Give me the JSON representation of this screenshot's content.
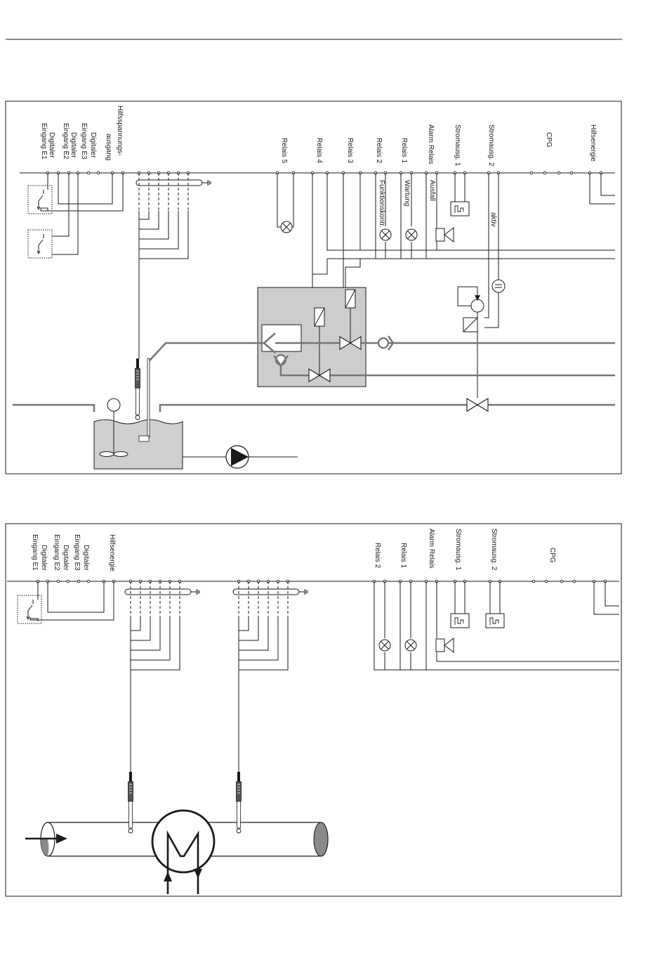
{
  "diagram_1": {
    "labels_left": [
      {
        "name": "eingang-e1",
        "text": "Eingang E1"
      },
      {
        "name": "digitaler-1",
        "text": "Digitaler"
      },
      {
        "name": "eingang-e2",
        "text": "Eingang E2"
      },
      {
        "name": "digitaler-2",
        "text": "Digitaler"
      },
      {
        "name": "eingang-e3",
        "text": "Eingang E3"
      },
      {
        "name": "digitaler-3",
        "text": "Digitaler"
      },
      {
        "name": "ausgang",
        "text": "ausgang"
      },
      {
        "name": "hilfsspannungs",
        "text": "Hilfsspannungs-"
      }
    ],
    "labels_top": [
      {
        "name": "relais-5",
        "text": "Relais 5"
      },
      {
        "name": "relais-4",
        "text": "Relais 4"
      },
      {
        "name": "relais-3",
        "text": "Relais 3"
      },
      {
        "name": "relais-2",
        "text": "Relais 2"
      },
      {
        "name": "relais-1",
        "text": "Relais 1"
      },
      {
        "name": "alarm-relais",
        "text": "Alarm Relais"
      },
      {
        "name": "stromausg-1",
        "text": "Stromausg. 1"
      },
      {
        "name": "stromausg-2",
        "text": "Stromausg. 2"
      },
      {
        "name": "cpg",
        "text": "CPG"
      },
      {
        "name": "hilfsenergie",
        "text": "Hilfsenergie"
      }
    ],
    "labels_lower": [
      {
        "name": "funktionskontr",
        "text": "Funktionskontr."
      },
      {
        "name": "wartung",
        "text": "Wartung"
      },
      {
        "name": "ausfall",
        "text": "Ausfall"
      },
      {
        "name": "aktiv",
        "text": "aktiv"
      }
    ]
  },
  "diagram_2": {
    "labels_left": [
      {
        "name": "eingang-e1",
        "text": "Eingang E1"
      },
      {
        "name": "digitaler-1",
        "text": "Digitaler"
      },
      {
        "name": "eingang-e2",
        "text": "Eingang E2"
      },
      {
        "name": "digitaler-2",
        "text": "Digitaler"
      },
      {
        "name": "eingang-e3",
        "text": "Eingang E3"
      },
      {
        "name": "digitaler-3",
        "text": "Digitaler"
      },
      {
        "name": "hilfsenergie",
        "text": "Hilfsenergie"
      }
    ],
    "labels_top": [
      {
        "name": "relais-2",
        "text": "Relais 2"
      },
      {
        "name": "relais-1",
        "text": "Relais 1"
      },
      {
        "name": "alarm-relais",
        "text": "Alarm Relais"
      },
      {
        "name": "stromausg-1",
        "text": "Stromausg. 1"
      },
      {
        "name": "stromausg-2",
        "text": "Stromausg. 2"
      },
      {
        "name": "cpg",
        "text": "CPG"
      }
    ]
  }
}
